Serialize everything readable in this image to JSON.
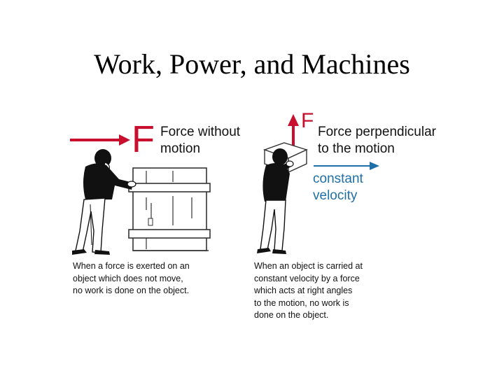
{
  "slide": {
    "title": "Work, Power, and Machines"
  },
  "left_panel": {
    "force_symbol": "F",
    "label_lines": [
      "Force without",
      "motion"
    ],
    "caption_lines": [
      "When a force is exerted on an",
      "object which does not move,",
      "no work is done on the object."
    ]
  },
  "right_panel": {
    "force_symbol": "F",
    "label_lines": [
      "Force perpendicular",
      "to the motion"
    ],
    "velocity_lines": [
      "constant",
      "velocity"
    ],
    "caption_lines": [
      "When an object is carried at",
      "constant velocity by a force",
      "which acts at right angles",
      "to the motion, no work is",
      "done on the object."
    ]
  },
  "colors": {
    "force_red": "#c8102e",
    "velocity_blue": "#1f6fa8"
  }
}
